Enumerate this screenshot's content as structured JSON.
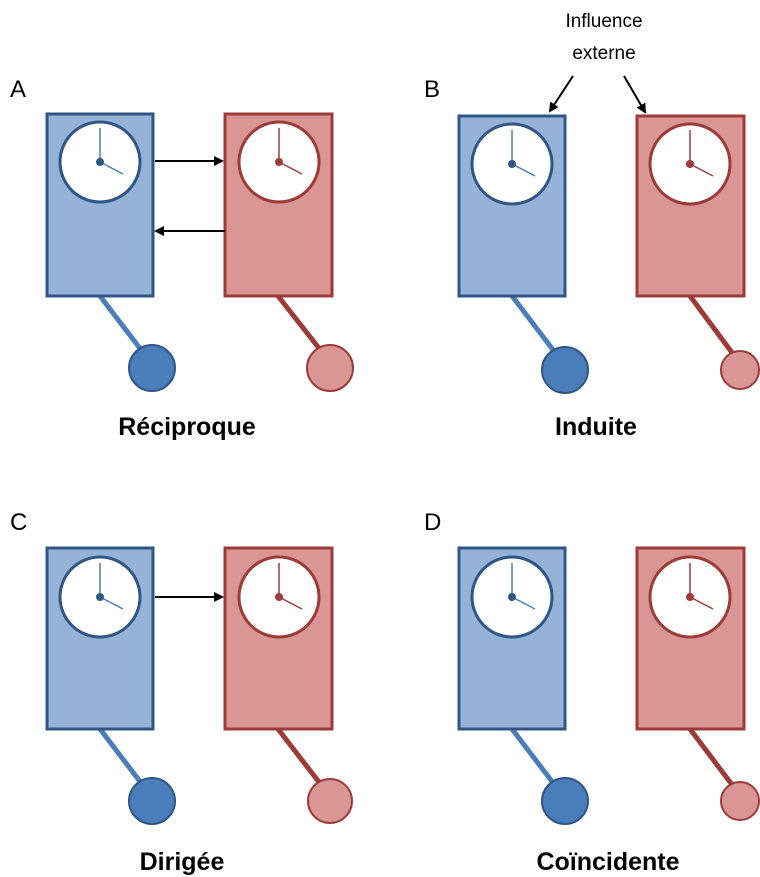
{
  "colors": {
    "blue_fill": "#94b3d7",
    "blue_stroke": "#2f5687",
    "blue_pendulum": "#4a7ebb",
    "red_fill": "#d99695",
    "red_stroke": "#9c3b38",
    "red_pendulum": "#d99695"
  },
  "panels": [
    {
      "id": "A",
      "letter": "A",
      "caption": "Réciproque",
      "arrows": [
        "blue-to-red",
        "red-to-blue"
      ]
    },
    {
      "id": "B",
      "letter": "B",
      "caption": "Induite",
      "arrows": [
        "external-to-both"
      ]
    },
    {
      "id": "C",
      "letter": "C",
      "caption": "Dirigée",
      "arrows": [
        "blue-to-red"
      ]
    },
    {
      "id": "D",
      "letter": "D",
      "caption": "Coïncidente",
      "arrows": []
    }
  ],
  "annotation": {
    "line1": "Influence",
    "line2": "externe"
  }
}
